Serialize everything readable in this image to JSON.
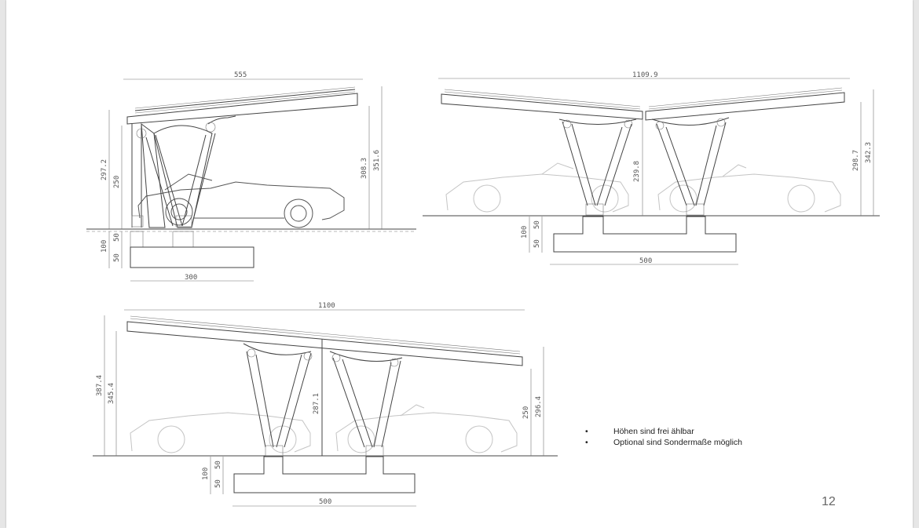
{
  "drawing1": {
    "dims": {
      "top": "555",
      "h1": "297.2",
      "h2": "250",
      "h3": "308.3",
      "h4": "351.6",
      "f1": "50",
      "f2": "100",
      "f3": "50",
      "bottom": "300"
    }
  },
  "drawing2": {
    "dims": {
      "top": "1109.9",
      "mid": "239.8",
      "h1": "298.7",
      "h2": "342.3",
      "f1": "100",
      "f2": "50",
      "f3": "50",
      "bottom": "500"
    }
  },
  "drawing3": {
    "dims": {
      "top": "1100",
      "h1": "387.4",
      "h2": "345.4",
      "mid": "287.1",
      "h3": "250",
      "h4": "296.4",
      "f1": "100",
      "f2": "50",
      "f3": "50",
      "bottom": "500"
    }
  },
  "notes": [
    "Höhen sind frei ählbar",
    "Optional sind Sondermaße möglich"
  ],
  "page_number": "12"
}
